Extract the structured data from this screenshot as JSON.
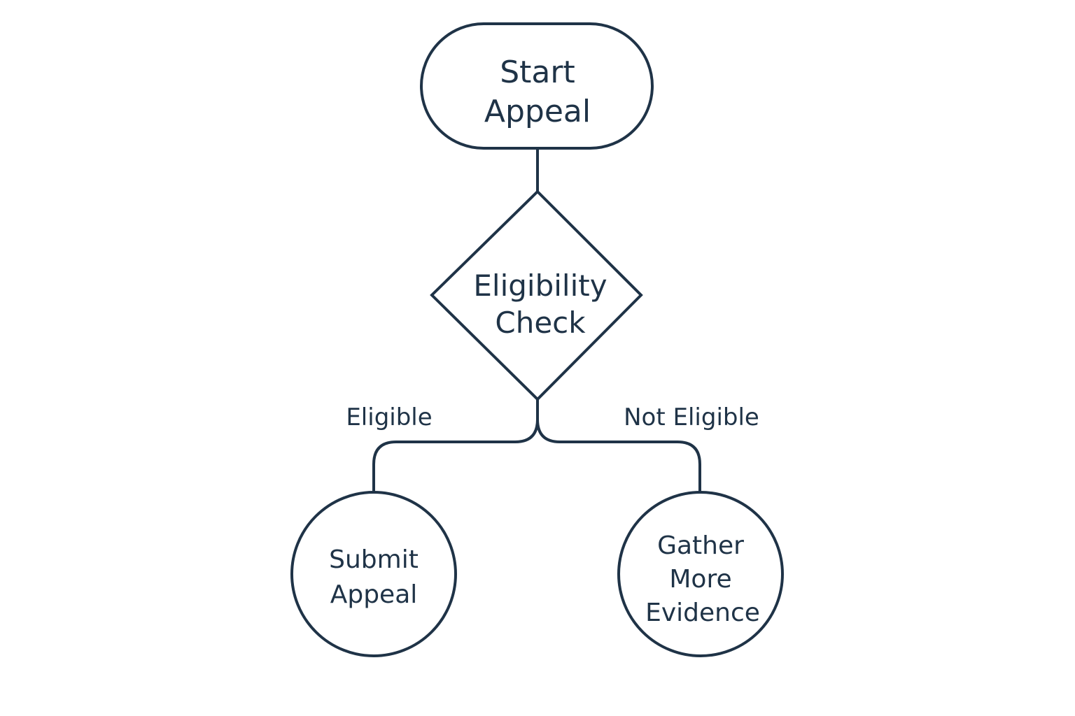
{
  "colors": {
    "ink": "#1f3347",
    "background": "#ffffff"
  },
  "nodes": {
    "start": {
      "shape": "rounded-rectangle",
      "lines": [
        "Start",
        "Appeal"
      ]
    },
    "check": {
      "shape": "diamond",
      "lines": [
        "Eligibility",
        "Check"
      ]
    },
    "submit": {
      "shape": "circle",
      "lines": [
        "Submit",
        "Appeal"
      ]
    },
    "gather": {
      "shape": "circle",
      "lines": [
        "Gather",
        "More",
        "Evidence"
      ]
    }
  },
  "edges": {
    "eligible": {
      "from": "check",
      "to": "submit",
      "label": "Eligible"
    },
    "not_eligible": {
      "from": "check",
      "to": "gather",
      "label": "Not Eligible"
    }
  }
}
